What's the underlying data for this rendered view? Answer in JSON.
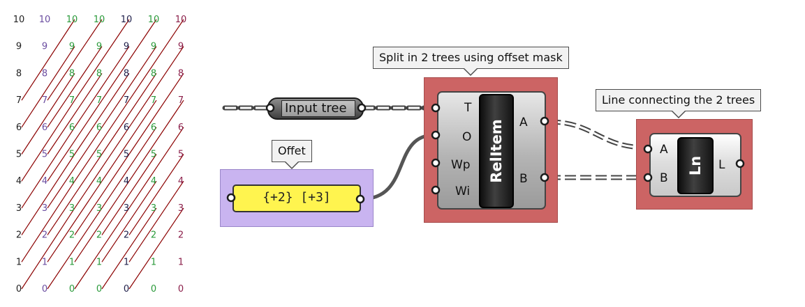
{
  "point_grid": {
    "row_values": [
      "0",
      "1",
      "2",
      "3",
      "4",
      "5",
      "6",
      "7",
      "8",
      "9",
      "10"
    ],
    "column_colors": [
      "#7a1f3a",
      "#6a4ca0",
      "#2a9a3a",
      "#2a9a3a",
      "#1f1f4a",
      "#2a9a3a",
      "#8b1f4a"
    ],
    "line_color": "#8b0000",
    "connections_description": "left-tree point to right-tree point, offset +2 branches, +3 items"
  },
  "canvas": {
    "input_param": {
      "label": "Input tree"
    },
    "panel": {
      "group_label": "Offet",
      "text": "{+2} [+3]"
    },
    "relitem": {
      "group_label": "Split in 2 trees using offset mask",
      "name": "RelItem",
      "inputs": [
        "T",
        "O",
        "Wp",
        "Wi"
      ],
      "outputs": [
        "A",
        "B"
      ]
    },
    "line": {
      "group_label": "Line connecting the 2 trees",
      "name": "Ln",
      "inputs": [
        "A",
        "B"
      ],
      "outputs": [
        "L"
      ]
    }
  },
  "colors": {
    "group_red": "#cc6464",
    "group_purple": "#c9b4f0",
    "panel_yellow": "#fff44f",
    "wire": "#555555",
    "component_core": "#1a1a1a"
  }
}
